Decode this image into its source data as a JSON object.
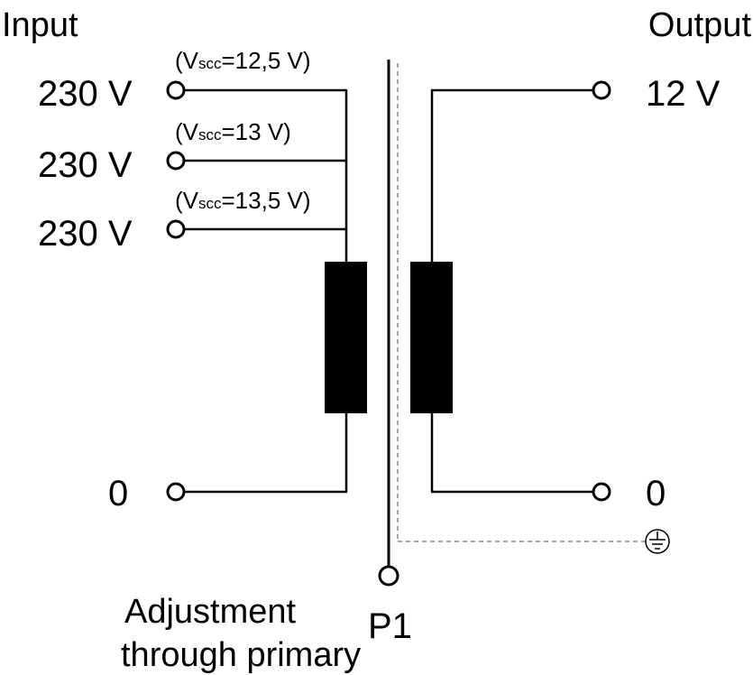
{
  "labels": {
    "input": "Input",
    "output": "Output",
    "adjust_line1": "Adjustment",
    "adjust_line2": "through primary",
    "p1": "P1"
  },
  "primary_taps": [
    {
      "voltage": "230 V",
      "note_prefix": "(V",
      "note_sub": "scc",
      "note_value": "=12,5 V)"
    },
    {
      "voltage": "230 V",
      "note_prefix": "(V",
      "note_sub": "scc",
      "note_value": "=13 V)"
    },
    {
      "voltage": "230 V",
      "note_prefix": "(V",
      "note_sub": "scc",
      "note_value": "=13,5 V)"
    }
  ],
  "primary_common": "0",
  "secondary": {
    "top": "12 V",
    "bottom": "0"
  },
  "icons": {
    "terminal": "terminal-circle-icon",
    "earth": "earth-ground-icon"
  }
}
